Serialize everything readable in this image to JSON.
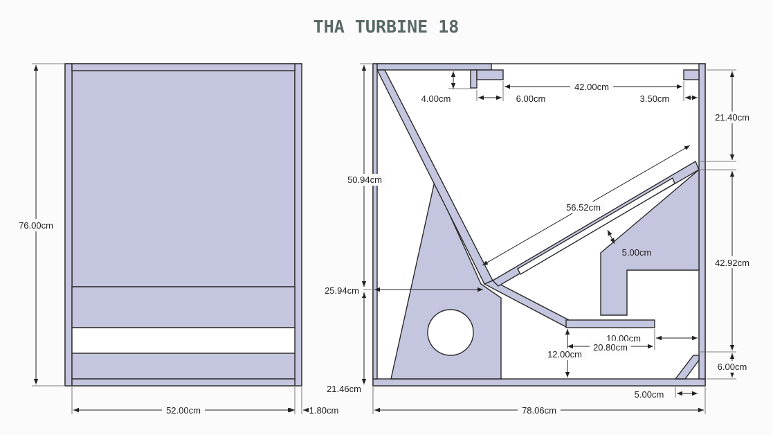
{
  "title": "THA TURBINE 18",
  "front_view": {
    "height_label": "76.00cm",
    "width_label": "52.00cm",
    "thickness_label": "1.80cm"
  },
  "side_view": {
    "total_width_label": "78.06cm",
    "top_gap_label": "4.00cm",
    "top_block_label": "6.00cm",
    "top_opening_label": "42.00cm",
    "top_right_block_label": "3.50cm",
    "right_upper_label": "21.40cm",
    "right_lower_label": "42.92cm",
    "right_bottom_label": "6.00cm",
    "left_upper_label": "50.94cm",
    "left_mid_label": "25.94cm",
    "left_bottom_label": "21.46cm",
    "diagonal_label": "56.52cm",
    "diagonal_thickness_label": "5.00cm",
    "shelf_label": "10.00cm",
    "shelf_offset_label": "20.80cm",
    "shelf_height_label": "12.00cm",
    "bottom_block_label": "5.00cm"
  }
}
